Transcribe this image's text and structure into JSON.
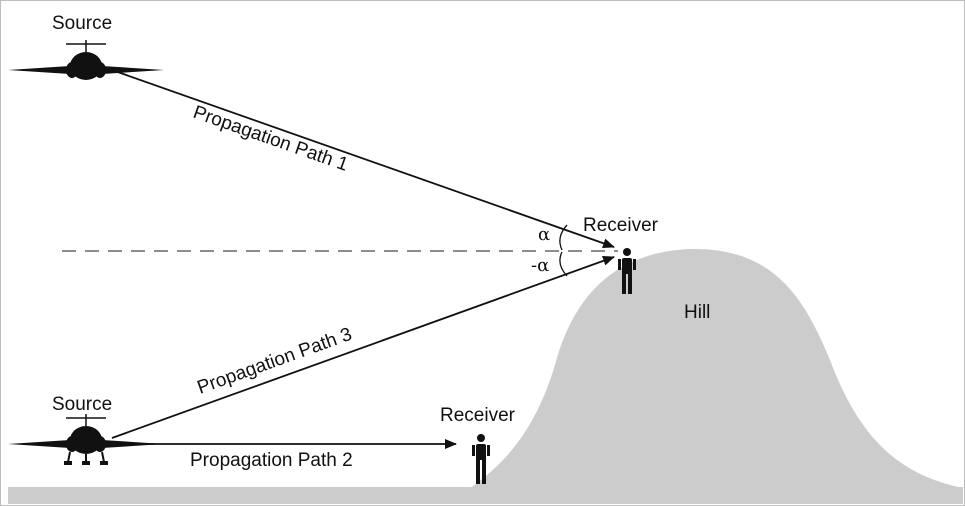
{
  "diagram": {
    "sources": [
      {
        "label": "Source"
      },
      {
        "label": "Source"
      }
    ],
    "receivers": [
      {
        "label": "Receiver"
      },
      {
        "label": "Receiver"
      }
    ],
    "hill": {
      "label": "Hill"
    },
    "paths": [
      {
        "label": "Propagation Path 1"
      },
      {
        "label": "Propagation Path 2"
      },
      {
        "label": "Propagation Path 3"
      }
    ],
    "angles": {
      "upper": "α",
      "lower": "-α"
    },
    "colors": {
      "hill": "#cccccc",
      "ground": "#cccccc",
      "ink": "#111111",
      "dash": "#666666"
    }
  }
}
